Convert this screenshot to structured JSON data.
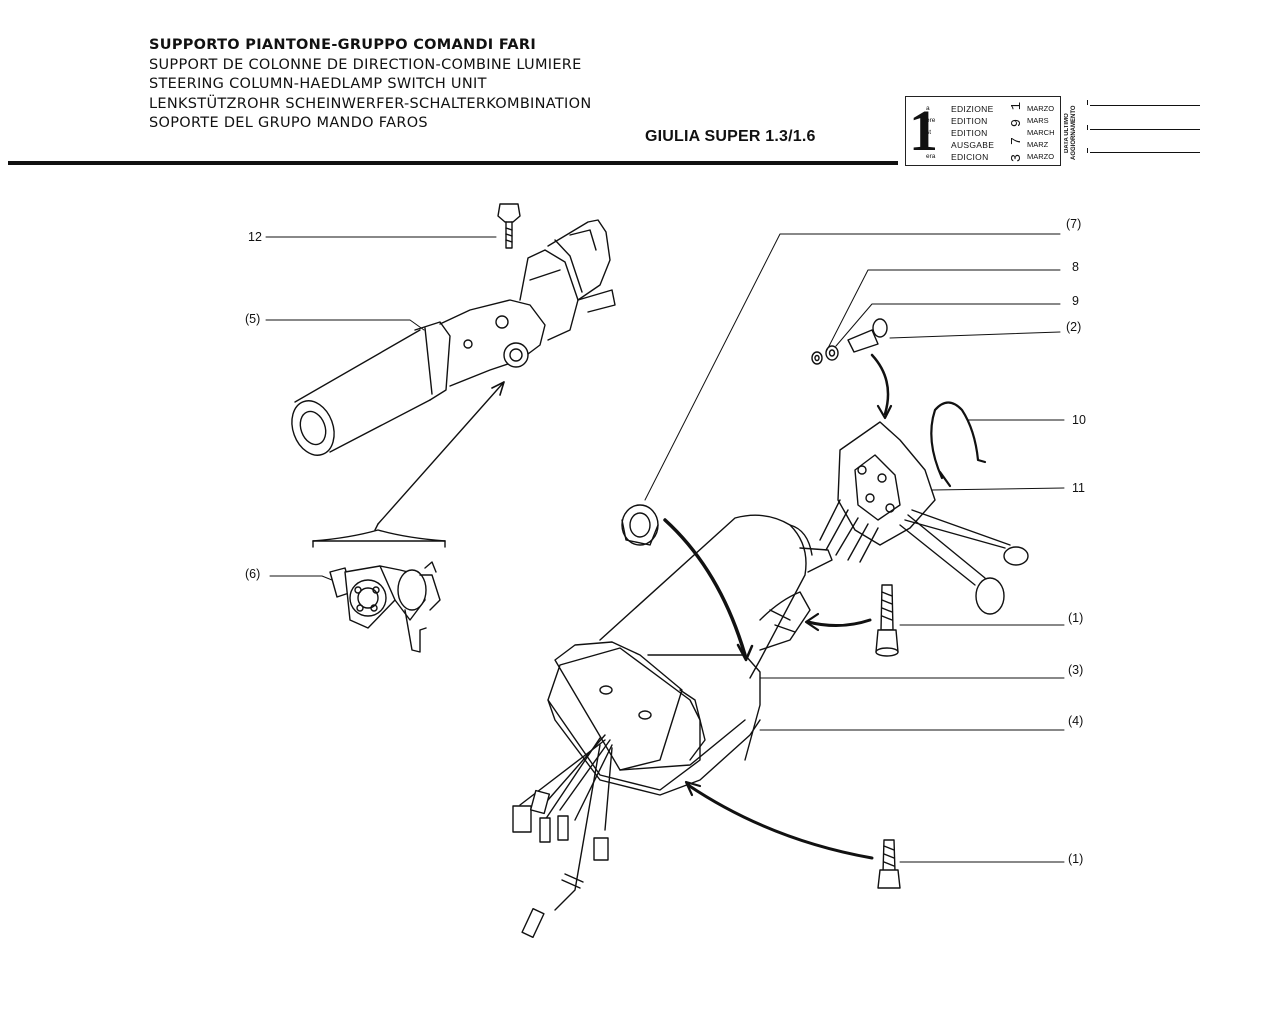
{
  "header": {
    "title_lines": [
      "SUPPORTO PIANTONE-GRUPPO COMANDI FARI",
      "SUPPORT DE COLONNE DE DIRECTION-COMBINE LUMIERE",
      "STEERING COLUMN-HAEDLAMP SWITCH UNIT",
      "LENKSTÜTZROHR SCHEINWERFER-SCHALTERKOMBINATION",
      "SOPORTE DEL GRUPO MANDO FAROS"
    ],
    "model": "GIULIA SUPER 1.3/1.6"
  },
  "edition": {
    "number": "1",
    "suffixes": [
      "a",
      "ere",
      "st",
      ".",
      "era"
    ],
    "words": [
      "EDIZIONE",
      "EDITION",
      "EDITION",
      "AUSGABE",
      "EDICION"
    ],
    "year": [
      "1",
      "9",
      "7",
      "3"
    ],
    "months": [
      "MARZO",
      "MARS",
      "MARCH",
      "MARZ",
      "MARZO"
    ],
    "update_label": "DATA ULTIMO AGGIORNAMENTO"
  },
  "callouts": {
    "c12": "12",
    "c5": "(5)",
    "c6": "(6)",
    "c7": "(7)",
    "c8": "8",
    "c9": "9",
    "c2": "(2)",
    "c10": "10",
    "c11": "11",
    "c1a": "(1)",
    "c3": "(3)",
    "c4": "(4)",
    "c1b": "(1)"
  }
}
